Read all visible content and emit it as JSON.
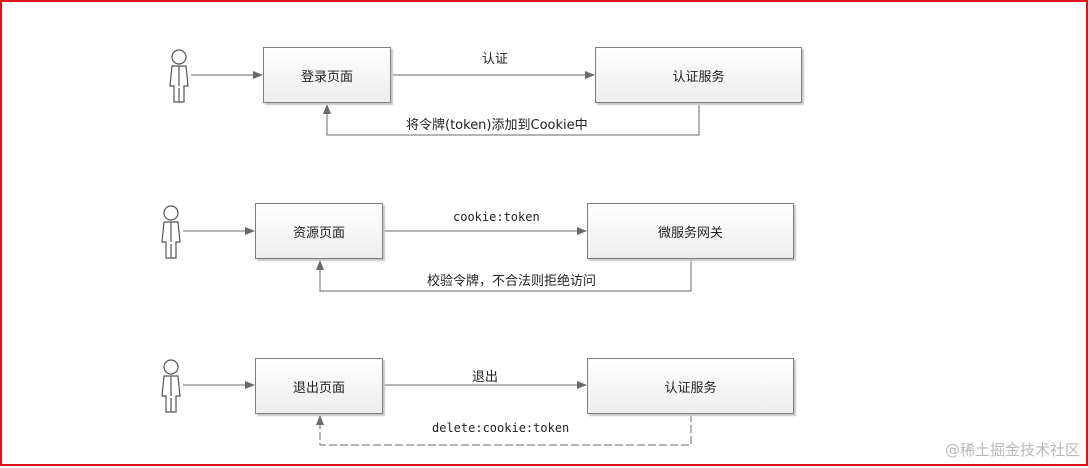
{
  "flows": [
    {
      "source": "登录页面",
      "target": "认证服务",
      "request": "认证",
      "response": "将令牌(token)添加到Cookie中"
    },
    {
      "source": "资源页面",
      "target": "微服务网关",
      "request": "cookie:token",
      "response": "校验令牌，不合法则拒绝访问"
    },
    {
      "source": "退出页面",
      "target": "认证服务",
      "request": "退出",
      "response": "delete:cookie:token"
    }
  ],
  "watermark": "@稀土掘金技术社区"
}
